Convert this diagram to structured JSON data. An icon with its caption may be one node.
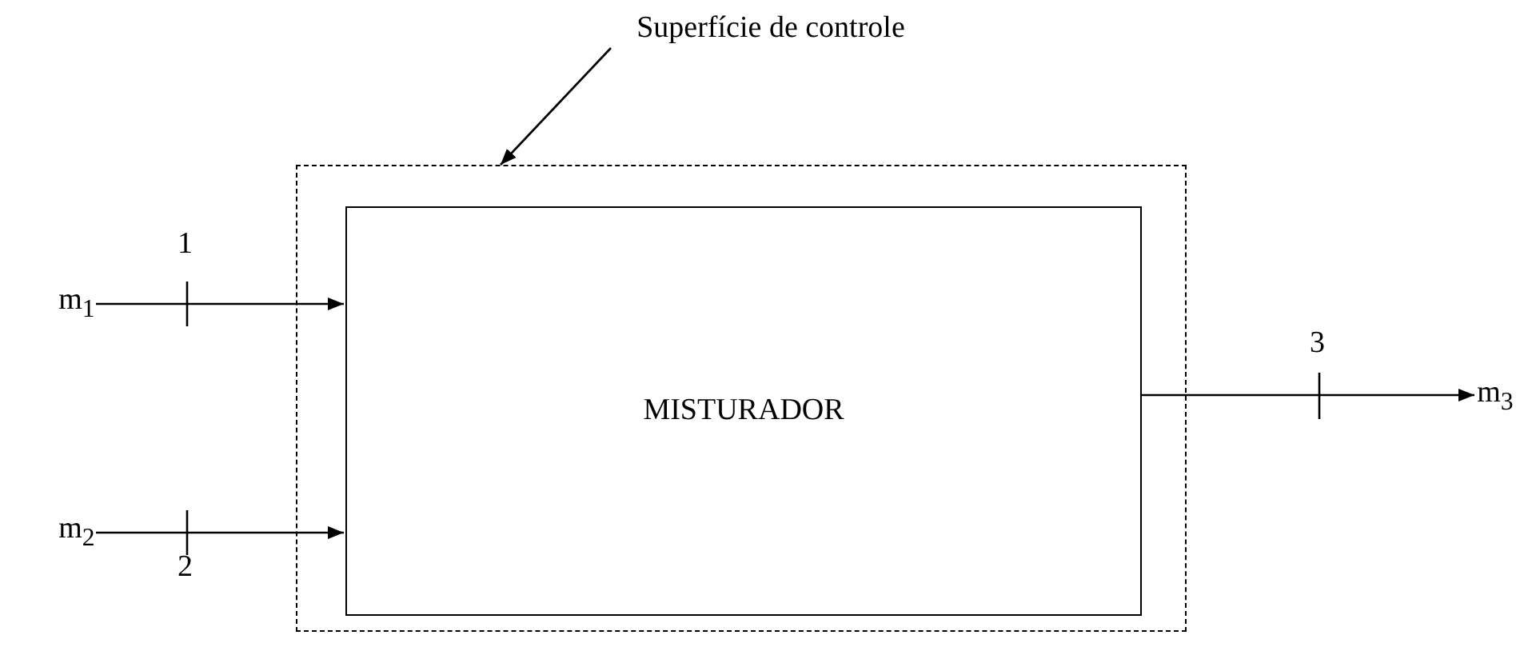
{
  "diagram": {
    "nodes": [
      {
        "text": [
          "Superfície de controle"
        ]
      },
      {
        "text": [],
        "shape": "box"
      },
      {
        "text": [
          "MISTURADOR"
        ],
        "in": 1
      },
      {
        "text": [
          "m$_{1}$"
        ]
      },
      {
        "text": [
          "m$_{2}$"
        ]
      },
      {
        "text": [
          "m$_{3}$"
        ]
      }
    ],
    "edges": [
      {
        "from": 0,
        "to": 1,
        "arrow": "to"
      },
      {
        "from": 3,
        "to": 2,
        "arrow": "to"
      },
      {
        "from": 4,
        "to": 2,
        "arrow": "to"
      },
      {
        "from": 2,
        "to": 5,
        "arrow": "to"
      }
    ],
    "labels": [
      "1",
      "3",
      "2"
    ]
  }
}
